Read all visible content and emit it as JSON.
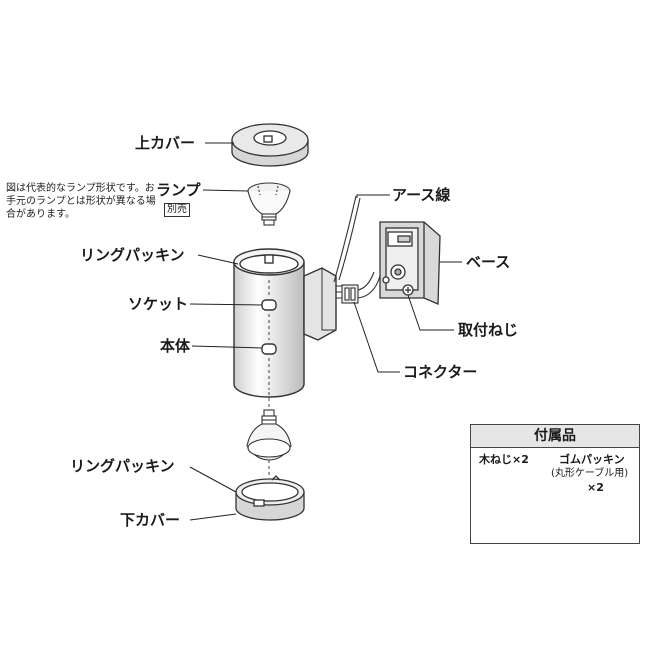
{
  "labels": {
    "top_cover": "上カバー",
    "lamp": "ランプ",
    "ring_packing_top": "リングパッキン",
    "socket": "ソケット",
    "body": "本体",
    "ring_packing_bottom": "リングパッキン",
    "bottom_cover": "下カバー",
    "earth_wire": "アース線",
    "base": "ベース",
    "mounting_screw": "取付ねじ",
    "connector": "コネクター"
  },
  "note": {
    "text": "図は代表的なランプ形状です。お手元のランプとは形状が異なる場合があります。",
    "badge": "別売"
  },
  "accessories": {
    "title": "付属品",
    "wood_screw": "木ねじ×2",
    "rubber_packing": "ゴムパッキン",
    "rubber_packing_sub": "(丸形ケーブル用)",
    "rubber_packing_qty": "×2"
  }
}
